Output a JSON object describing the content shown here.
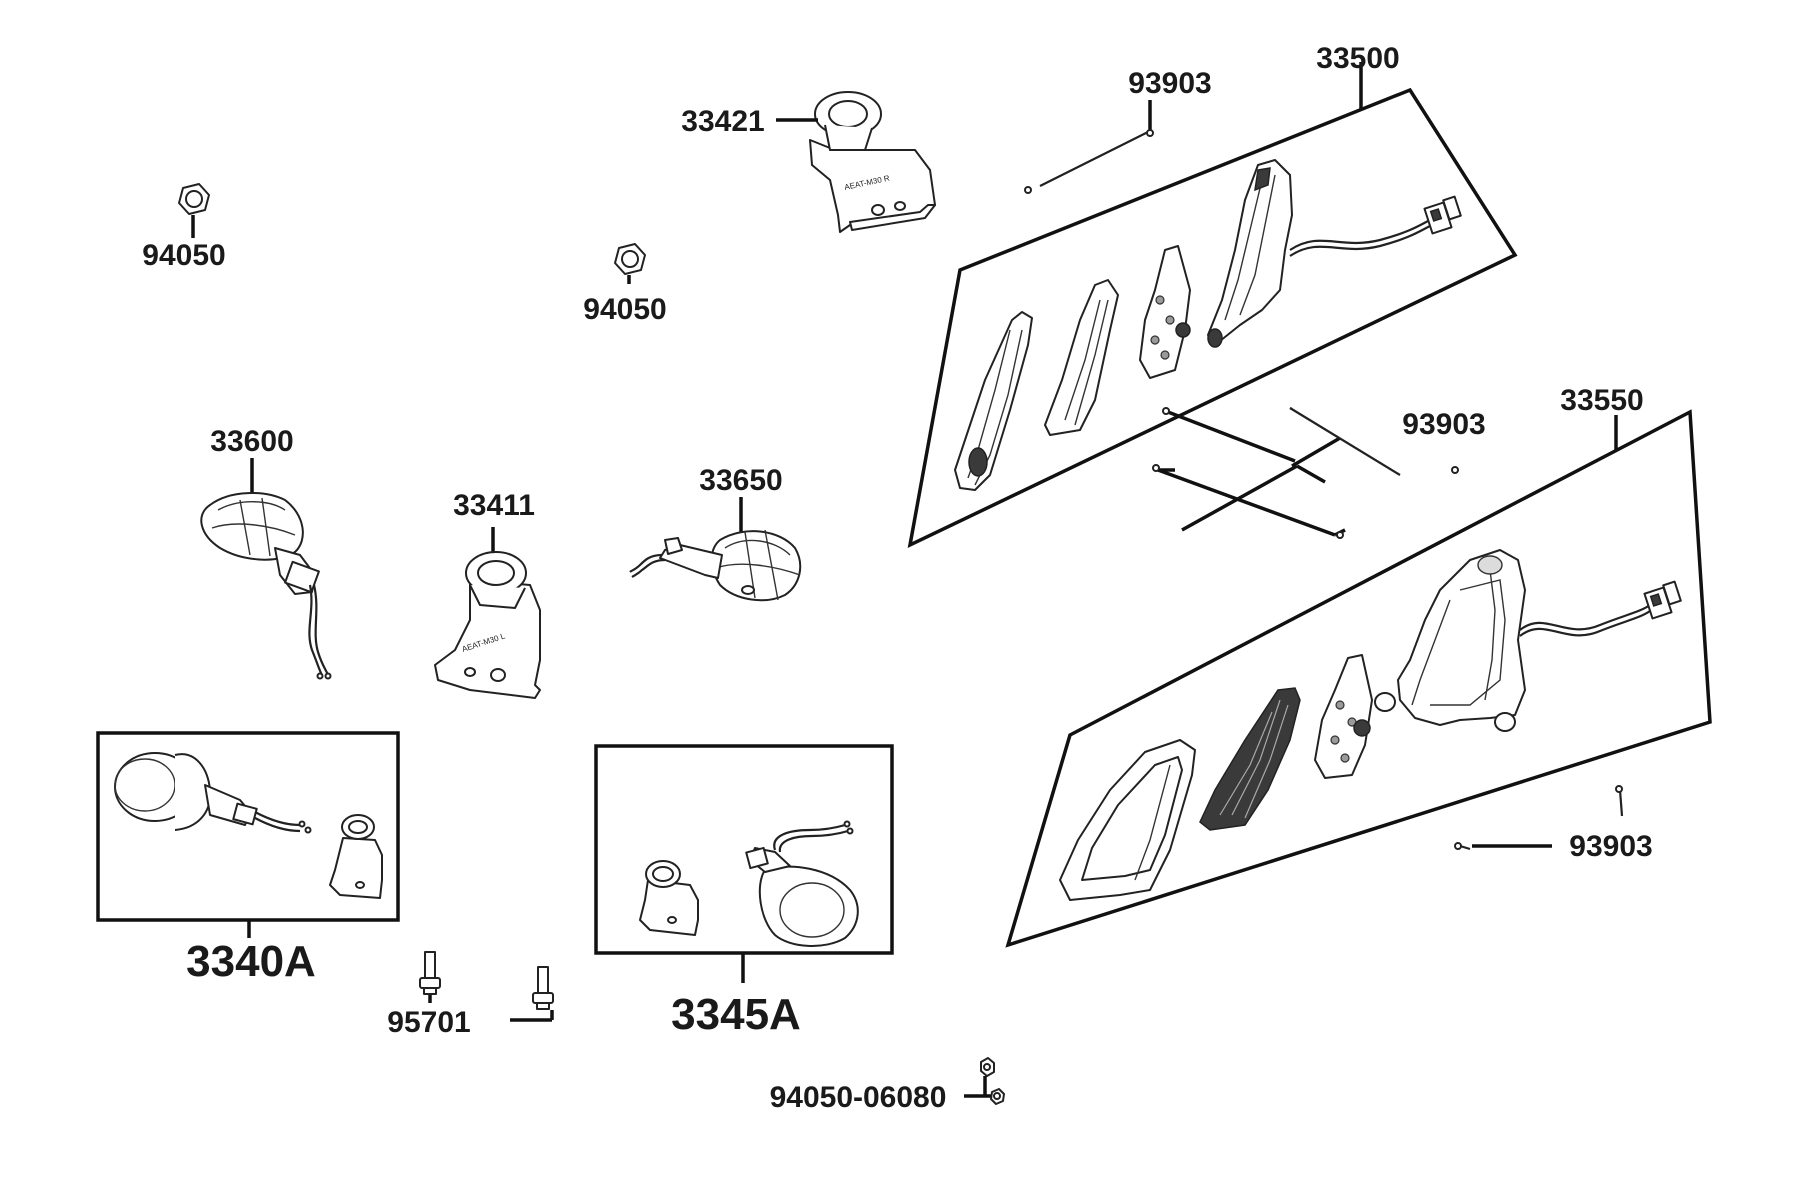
{
  "labels": {
    "p94050_a": "94050",
    "p94050_b": "94050",
    "p33421": "33421",
    "p93903_top": "93903",
    "p33500": "33500",
    "p33600": "33600",
    "p33411": "33411",
    "p33650": "33650",
    "p93903_mid": "93903",
    "p33550": "33550",
    "p93903_low": "93903",
    "p3340A": "3340A",
    "p3345A": "3345A",
    "p95701": "95701",
    "p94050_06080": "94050-06080"
  },
  "bracket_marks": {
    "right": "AEAT-M30 R",
    "left": "AEAT-M30 L"
  }
}
